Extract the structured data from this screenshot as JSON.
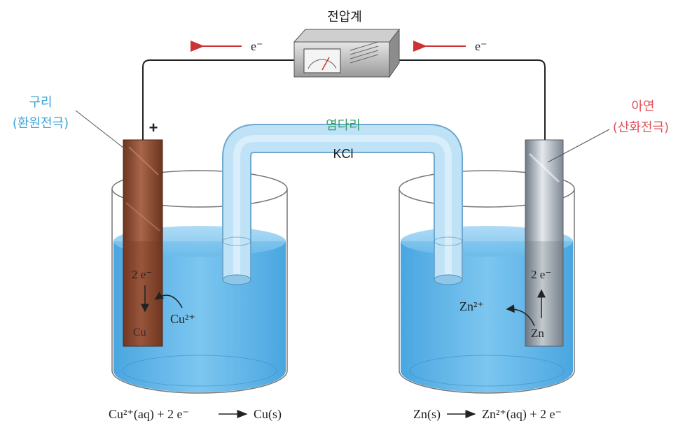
{
  "labels": {
    "voltmeter": "전압계",
    "salt_bridge": "염다리",
    "salt_bridge_solution": "KCl",
    "electron_left": "e⁻",
    "electron_right": "e⁻",
    "plus_sign": "+",
    "copper_name": "구리",
    "copper_role": "(환원전극)",
    "zinc_name": "아연",
    "zinc_role": "(산화전극)",
    "cu_electrons": "2 e⁻",
    "cu_ion": "Cu²⁺",
    "cu_metal": "Cu",
    "zn_electrons": "2 e⁻",
    "zn_ion": "Zn²⁺",
    "zn_metal": "Zn"
  },
  "reactions": {
    "left": {
      "reactants": "Cu²⁺(aq) + 2 e⁻",
      "products": "Cu(s)"
    },
    "right": {
      "reactants": "Zn(s)",
      "products": "Zn²⁺(aq) + 2 e⁻"
    }
  },
  "colors": {
    "copper_label": "#3aa3d8",
    "zinc_label": "#e0505a",
    "salt_bridge_label": "#2fa06a",
    "electron_arrow": "#cc3333",
    "solution": "#5fb3e6",
    "copper_electrode": "#8a4a30",
    "zinc_electrode": "#a9b3bd"
  }
}
